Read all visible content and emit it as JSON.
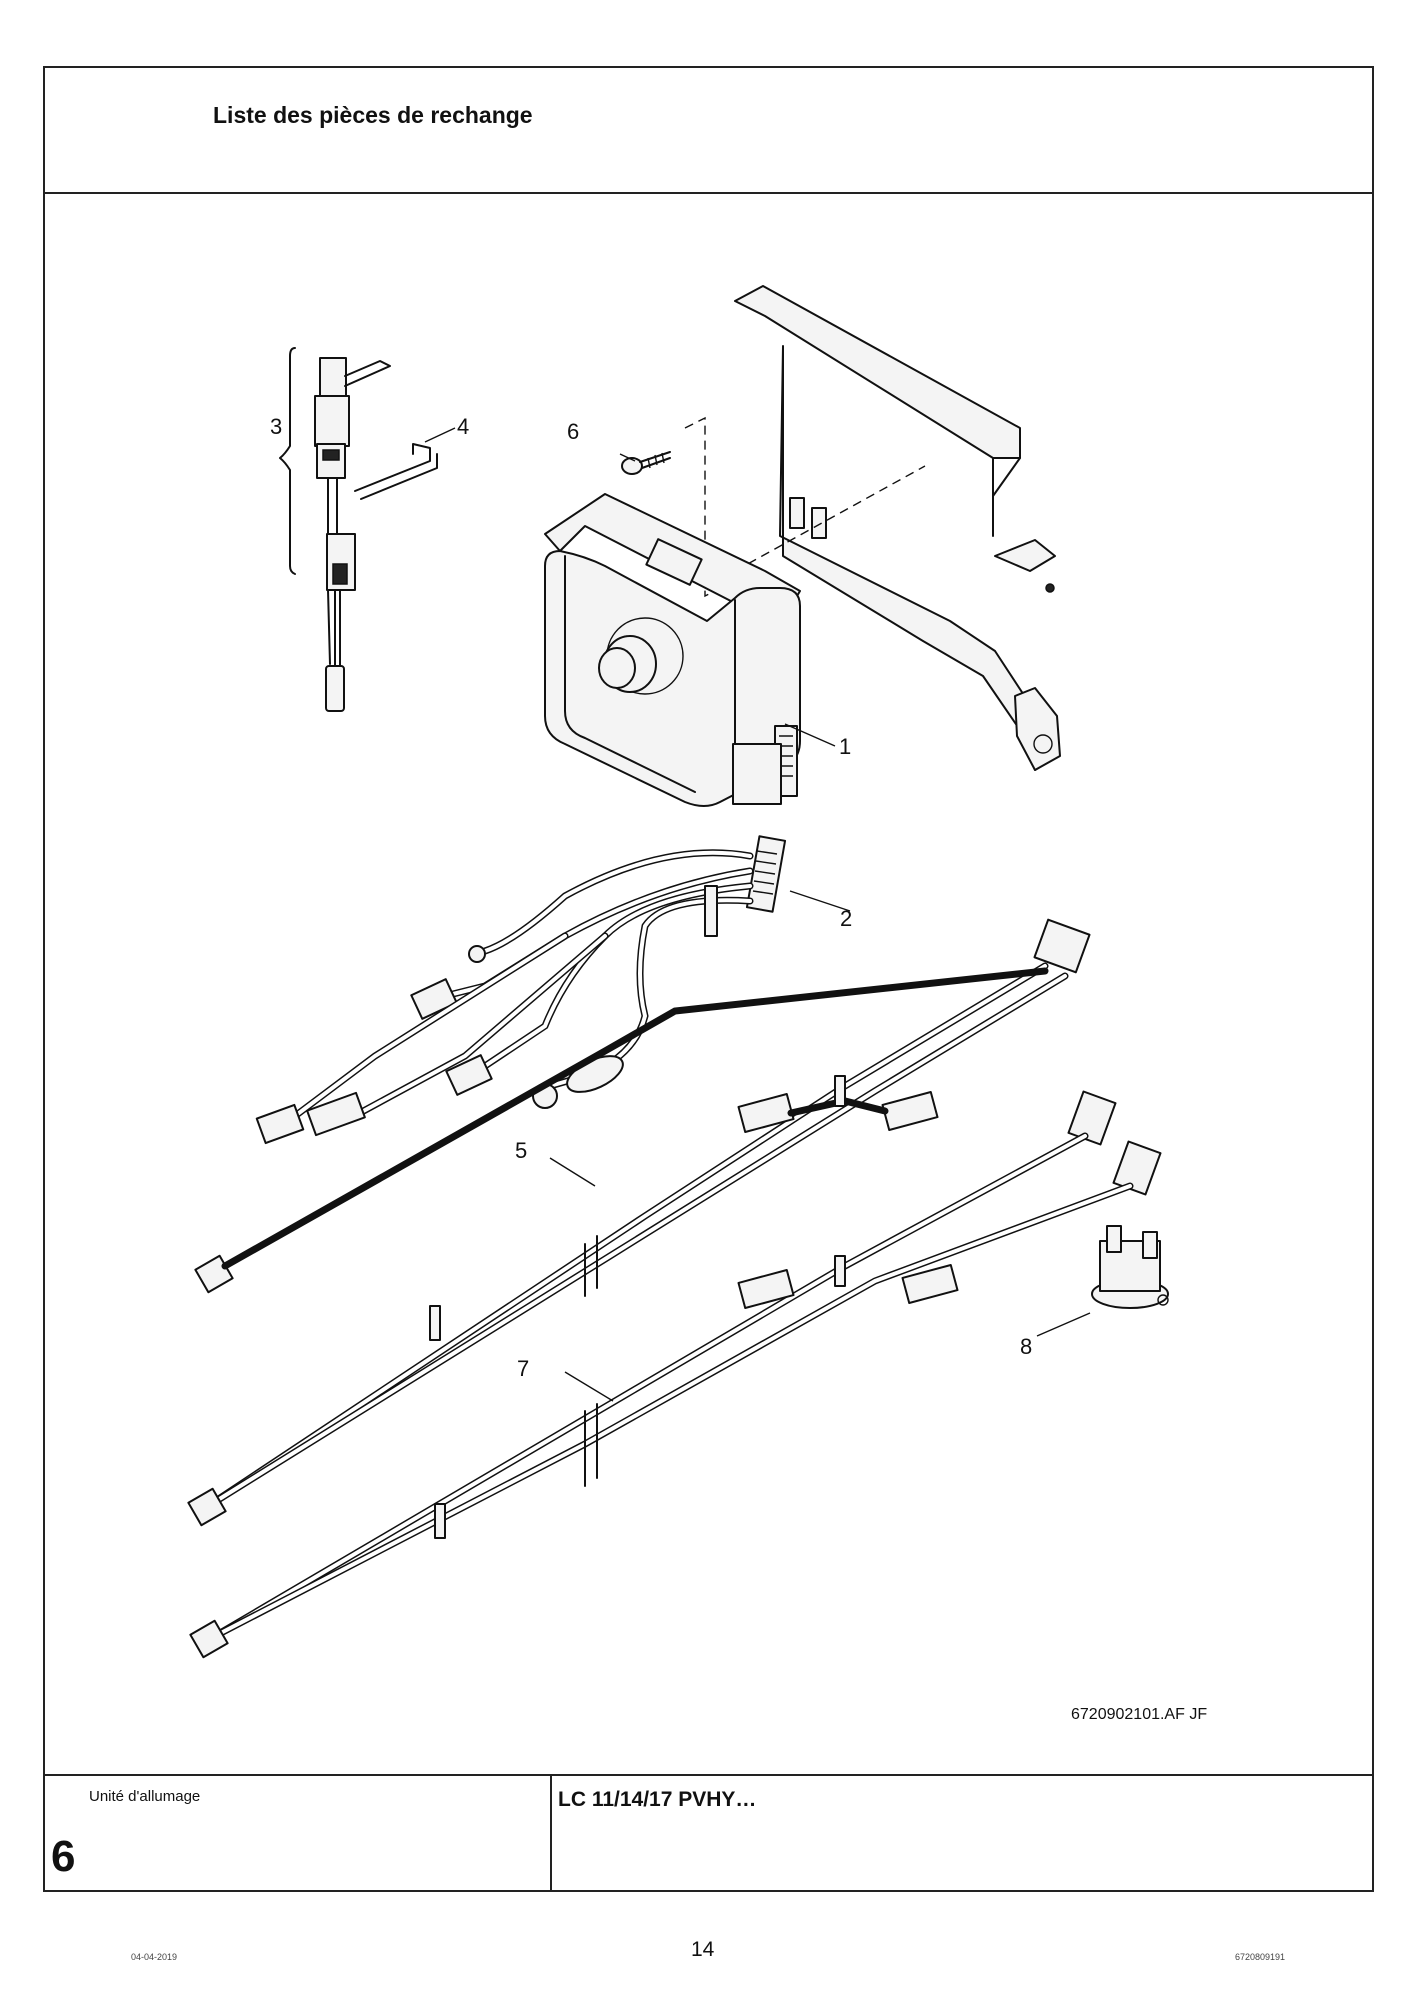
{
  "header": {
    "title": "Liste des pièces de rechange"
  },
  "diagram": {
    "callouts": [
      "1",
      "2",
      "3",
      "4",
      "5",
      "6",
      "7",
      "8"
    ],
    "reference": "6720902101.AF   JF"
  },
  "footer_box": {
    "section_name": "Unité d'allumage",
    "section_number": "6",
    "model": "LC 11/14/17 PVHY…"
  },
  "page_footer": {
    "date": "04-04-2019",
    "page_number": "14",
    "doc_code": "6720809191"
  }
}
